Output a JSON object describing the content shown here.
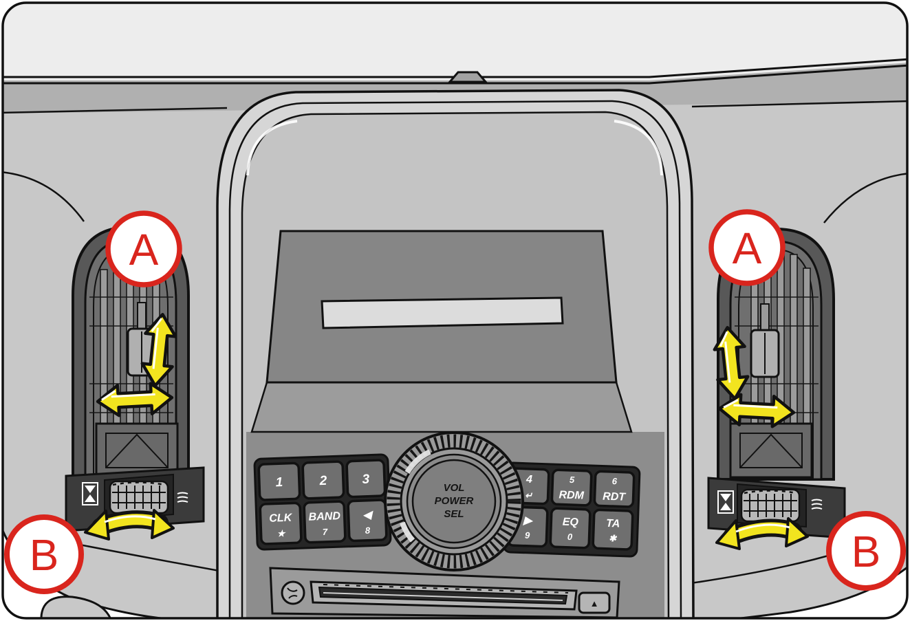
{
  "figure": {
    "title": "dashboard-air-vent-and-audio-diagram",
    "callouts": {
      "a": "A",
      "b": "B"
    },
    "knob": {
      "l1": "VOL",
      "l2": "POWER",
      "l3": "SEL"
    },
    "buttons": {
      "left": {
        "r1c1": "1",
        "r1c2": "2",
        "r1c3": "3",
        "r2c1": {
          "t": "CLK",
          "b": "★"
        },
        "r2c2": {
          "t": "BAND",
          "b": "7"
        },
        "r2c3": {
          "t": "◀",
          "b": "8"
        }
      },
      "right": {
        "r1c1": {
          "t": "4",
          "b": "↵"
        },
        "r1c2": {
          "t": "5",
          "b": "RDM"
        },
        "r1c3": {
          "t": "6",
          "b": "RDT"
        },
        "r2c1": {
          "t": "▶",
          "b": "9"
        },
        "r2c2": {
          "t": "EQ",
          "b": "0"
        },
        "r2c3": {
          "t": "TA",
          "b": "✱"
        }
      }
    },
    "cd": {
      "eject": "▲"
    },
    "icons": {
      "vent_shut_icon": "two-triangles-bowtie",
      "airflow_icon": "stacked-lines",
      "eject_icon": "▲"
    },
    "colors": {
      "callout_red": "#d9251d",
      "arrow_yellow": "#f2e41f",
      "outline": "#111111",
      "windshield": "#ededed",
      "dash_top": "#b0b0b0",
      "dash_face": "#c8c8c8",
      "console_face": "#c4c4c4",
      "recess": "#868686",
      "display_strip": "#dcdcdc",
      "panel_dark": "#3b3b3b",
      "button_face": "#6f6f6f"
    }
  }
}
